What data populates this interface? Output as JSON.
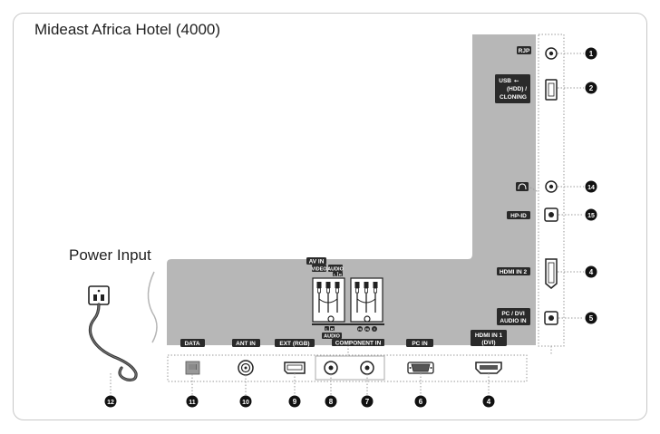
{
  "header": {
    "title": "Mideast Africa Hotel (4000)"
  },
  "power": {
    "title": "Power Input",
    "callout": "12"
  },
  "side_ports": [
    {
      "label": "RJP",
      "callout": "1",
      "connector": "round-jack"
    },
    {
      "label": "USB",
      "label2": "(HDD) /",
      "label3": "CLONING",
      "callout": "2",
      "connector": "usb-a-vertical"
    },
    {
      "label": "",
      "callout": "14",
      "connector": "round-jack",
      "icon": "headphone-icon"
    },
    {
      "label": "HP-ID",
      "callout": "15",
      "connector": "square-jack"
    },
    {
      "label": "HDMI IN 2",
      "callout": "4",
      "connector": "hdmi-vertical"
    },
    {
      "label": "PC / DVI",
      "label2": "AUDIO IN",
      "callout": "5",
      "connector": "square-jack"
    }
  ],
  "bottom_ports": [
    {
      "label": "DATA",
      "callout": "11",
      "connector": "rj45"
    },
    {
      "label": "ANT IN",
      "callout": "10",
      "connector": "coax"
    },
    {
      "label": "EXT (RGB)",
      "callout": "9",
      "connector": "scart"
    },
    {
      "label": "",
      "callout": "8",
      "connector": "round-jack"
    },
    {
      "label": "",
      "callout": "7",
      "connector": "round-jack"
    },
    {
      "label": "PC IN",
      "callout": "6",
      "connector": "vga"
    },
    {
      "label": "HDMI IN 1",
      "label2": "(DVI)",
      "callout": "4",
      "connector": "hdmi"
    }
  ],
  "av_block": {
    "top_label": "AV IN",
    "video_label": "VIDEO",
    "audio_label": "AUDIO",
    "left_mark": "L",
    "right_mark": "R",
    "bottom_audio_label": "AUDIO",
    "component_label": "COMPONENT IN",
    "component_marks": [
      "PR",
      "PB",
      "Y"
    ]
  },
  "colors": {
    "panel": "#b7b7b7",
    "ink": "#111111",
    "border": "#c8c8c8"
  }
}
